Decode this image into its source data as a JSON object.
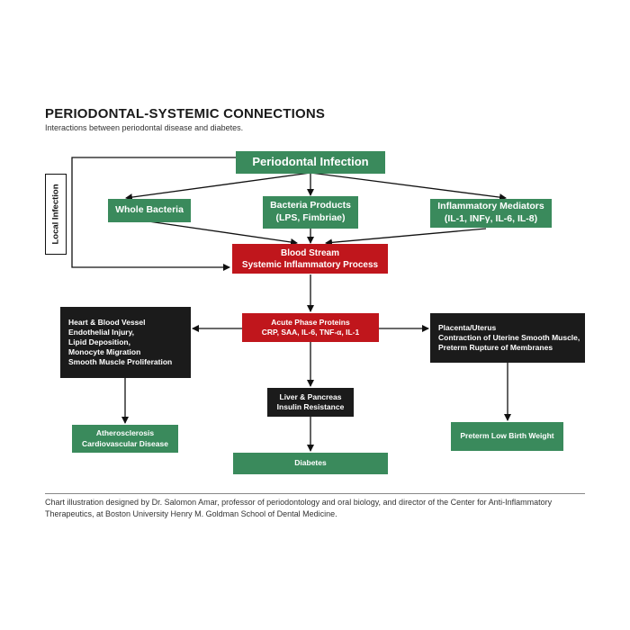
{
  "header": {
    "title": "PERIODONTAL-SYSTEMIC CONNECTIONS",
    "subtitle": "Interactions between periodontal disease and diabetes."
  },
  "side_label": "Local Infection",
  "nodes": {
    "periodontal_infection": "Periodontal Infection",
    "whole_bacteria": "Whole Bacteria",
    "bacteria_products": {
      "line1": "Bacteria Products",
      "line2": "(LPS, Fimbriae)"
    },
    "inflammatory_mediators": {
      "line1": "Inflammatory Mediators",
      "line2": "(IL-1, INFγ, IL-6, IL-8)"
    },
    "blood_stream": {
      "line1": "Blood Stream",
      "line2": "Systemic Inflammatory Process"
    },
    "acute_phase": {
      "line1": "Acute Phase Proteins",
      "line2": "CRP, SAA, IL-6, TNF-α, IL-1"
    },
    "heart_vessel": {
      "lines": [
        "Heart & Blood Vessel",
        "Endothelial Injury,",
        "Lipid Deposition,",
        "Monocyte Migration",
        "Smooth Muscle Proliferation"
      ]
    },
    "placenta": {
      "lines": [
        "Placenta/Uterus",
        "Contraction of Uterine Smooth Muscle,",
        "Preterm Rupture of Membranes"
      ]
    },
    "liver_pancreas": {
      "line1": "Liver & Pancreas",
      "line2": "Insulin Resistance"
    },
    "atherosclerosis": {
      "line1": "Atherosclerosis",
      "line2": "Cardiovascular Disease"
    },
    "preterm_birth": "Preterm Low Birth Weight",
    "diabetes": "Diabetes"
  },
  "caption": "Chart illustration designed by Dr. Salomon Amar, professor of periodontology and oral biology, and director of the Center for Anti-Inflammatory Therapeutics, at Boston University Henry M. Goldman School of Dental Medicine.",
  "colors": {
    "green": "#3a8a5c",
    "red": "#c0161c",
    "black": "#1b1b1b"
  }
}
